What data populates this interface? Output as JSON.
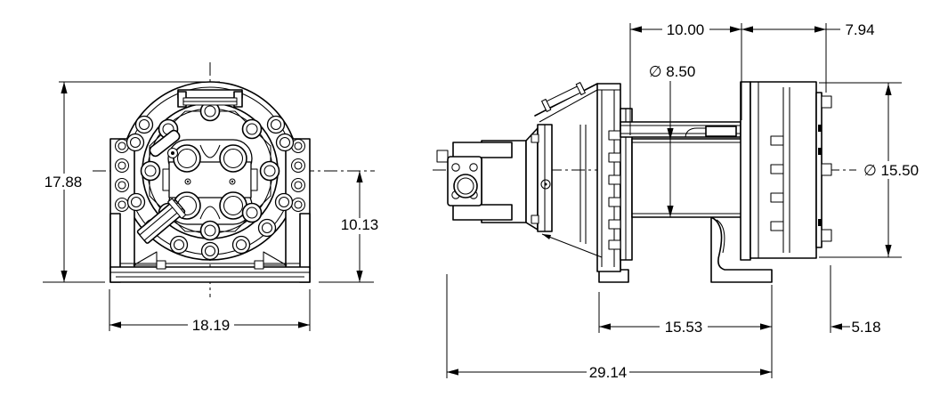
{
  "drawing": {
    "ink_color": "#000000",
    "background_color": "#ffffff",
    "views": {
      "front": {
        "name": "front-view"
      },
      "side": {
        "name": "side-view"
      }
    },
    "dimensions": {
      "front_overall_height": "17.88",
      "front_center_to_base": "10.13",
      "front_base_width": "18.19",
      "side_drum_length": "10.00",
      "side_right_section": "7.94",
      "side_drum_diameter": "∅ 8.50",
      "side_end_diameter": "∅ 15.50",
      "side_foot_span": "15.53",
      "side_right_offset": "5.18",
      "side_overall_length": "29.14"
    }
  }
}
